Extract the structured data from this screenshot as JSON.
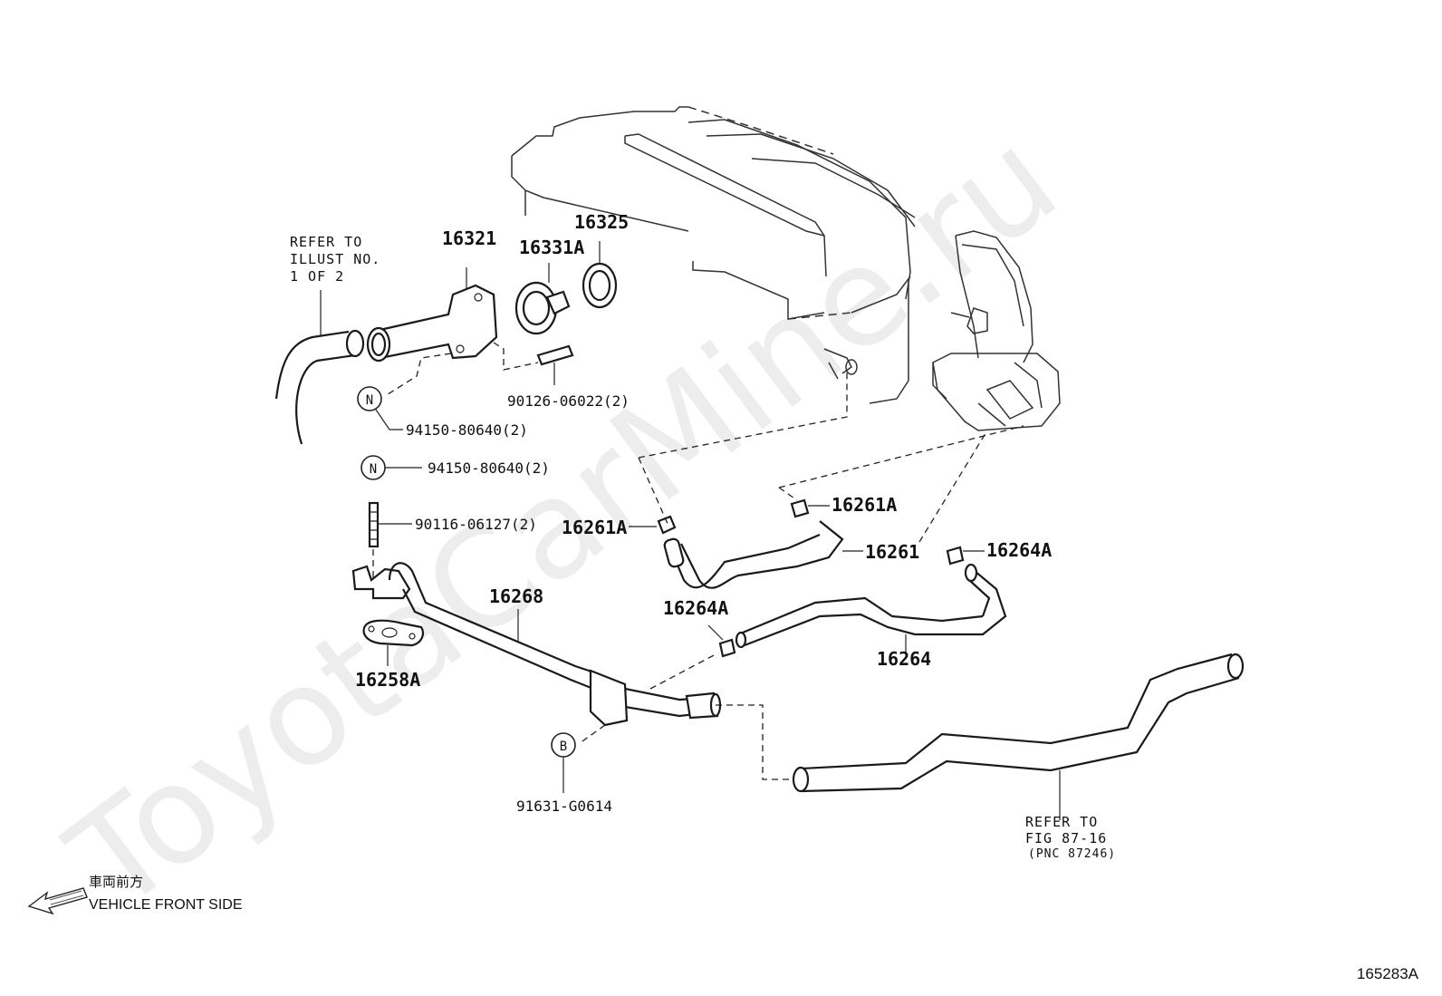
{
  "watermark": "ToyotaCarMine.ru",
  "figure_id": "165283A",
  "parts": {
    "p16321": "16321",
    "p16331A": "16331A",
    "p16325": "16325",
    "p90126": "90126-06022(2)",
    "p94150_a": "94150-80640(2)",
    "p94150_b": "94150-80640(2)",
    "p90116": "90116-06127(2)",
    "p16268": "16268",
    "p16258A": "16258A",
    "p91631": "91631-G0614",
    "p16261A_a": "16261A",
    "p16261A_b": "16261A",
    "p16261": "16261",
    "p16264A_a": "16264A",
    "p16264A_b": "16264A",
    "p16264": "16264"
  },
  "badges": {
    "n1": "N",
    "n2": "N",
    "b1": "B"
  },
  "notes": {
    "refer1": [
      "REFER TO",
      "ILLUST NO.",
      "1 OF 2"
    ],
    "refer2": [
      "REFER TO",
      "FIG 87-16",
      "(PNC 87246)"
    ]
  },
  "direction": {
    "jp": "車両前方",
    "en": "VEHICLE FRONT SIDE",
    "icon": "arrow-left-icon"
  }
}
